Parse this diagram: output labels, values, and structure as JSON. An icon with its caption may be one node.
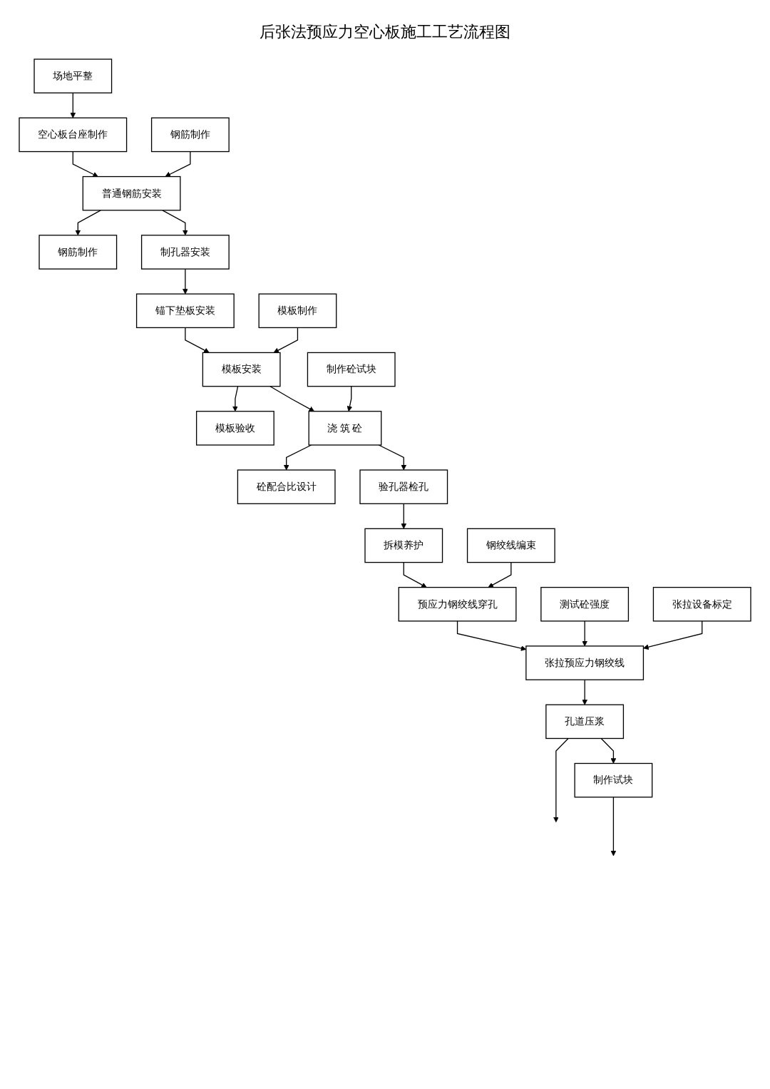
{
  "diagram": {
    "title": "后张法预应力空心板施工工艺流程图",
    "nodes": [
      {
        "text": [
          "场地平整"
        ]
      },
      {
        "text": [
          "空心板台座制作"
        ]
      },
      {
        "text": [
          "钢筋制作"
        ]
      },
      {
        "text": [
          "普通钢筋安装"
        ]
      },
      {
        "text": [
          "钢筋制作"
        ]
      },
      {
        "text": [
          "制孔器安装"
        ]
      },
      {
        "text": [
          "锚下垫板安装"
        ]
      },
      {
        "text": [
          "模板制作"
        ]
      },
      {
        "text": [
          "模板安装"
        ]
      },
      {
        "text": [
          "模板验收"
        ]
      },
      {
        "text": [
          "制作砼试块"
        ]
      },
      {
        "text": [
          "浇 筑 砼"
        ]
      },
      {
        "text": [
          "砼配合比设计"
        ]
      },
      {
        "text": [
          "验孔器检孔"
        ]
      },
      {
        "text": [
          "拆模养护"
        ]
      },
      {
        "text": [
          "钢绞线编束"
        ]
      },
      {
        "text": [
          "预应力钢绞线穿孔"
        ]
      },
      {
        "text": [
          "测试砼强度"
        ]
      },
      {
        "text": [
          "张拉设备标定"
        ]
      },
      {
        "text": [
          "张拉预应力钢绞线"
        ]
      },
      {
        "text": [
          "孔道压浆"
        ]
      },
      {
        "text": [
          "制作试块"
        ]
      }
    ],
    "edges": [
      {
        "from": 0,
        "to": 1,
        "arrow": "to"
      },
      {
        "from": 1,
        "to": 3,
        "arrow": "to"
      },
      {
        "from": 2,
        "to": 3,
        "arrow": "to"
      },
      {
        "from": 3,
        "to": 4,
        "arrow": "to"
      },
      {
        "from": 3,
        "to": 5,
        "arrow": "to"
      },
      {
        "from": 5,
        "to": 6,
        "arrow": "to"
      },
      {
        "from": 6,
        "to": 8,
        "arrow": "to"
      },
      {
        "from": 7,
        "to": 8,
        "arrow": "to"
      },
      {
        "from": 8,
        "to": 9,
        "arrow": "to"
      },
      {
        "from": 8,
        "to": 11,
        "arrow": "to"
      },
      {
        "from": 10,
        "to": 11,
        "arrow": "to"
      },
      {
        "from": 11,
        "to": 12,
        "arrow": "to"
      },
      {
        "from": 11,
        "to": 13,
        "arrow": "to"
      },
      {
        "from": 13,
        "to": 14,
        "arrow": "to"
      },
      {
        "from": 14,
        "to": 16,
        "arrow": "to"
      },
      {
        "from": 15,
        "to": 16,
        "arrow": "to"
      },
      {
        "from": 16,
        "to": 19,
        "arrow": "to"
      },
      {
        "from": 17,
        "to": 19,
        "arrow": "to"
      },
      {
        "from": 18,
        "to": 19,
        "arrow": "to"
      },
      {
        "from": 19,
        "to": 20,
        "arrow": "to"
      },
      {
        "from": 20,
        "to": 21,
        "arrow": "to"
      },
      {
        "from": 20,
        "to": null,
        "arrow": "to"
      },
      {
        "from": 21,
        "to": null,
        "arrow": "to"
      }
    ]
  }
}
